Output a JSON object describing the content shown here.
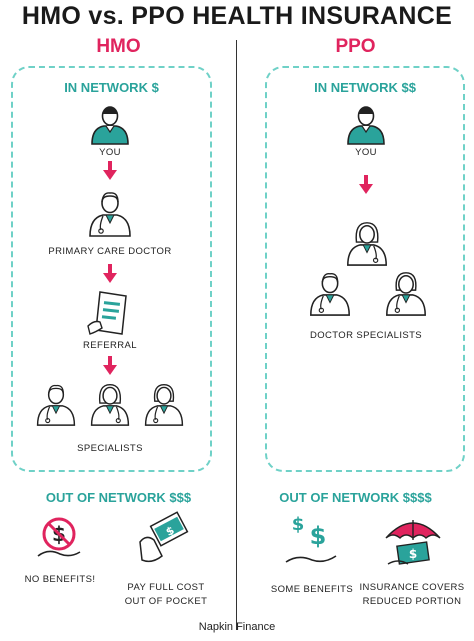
{
  "title": "HMO vs. PPO HEALTH INSURANCE",
  "columns": {
    "hmo": {
      "heading": "HMO",
      "in_network_label": "IN NETWORK $",
      "steps": [
        "YOU",
        "PRIMARY CARE DOCTOR",
        "REFERRAL",
        "SPECIALISTS"
      ],
      "out_network_label": "OUT OF NETWORK $$$",
      "out_items": [
        "NO BENEFITS!",
        "PAY FULL COST",
        "OUT OF POCKET"
      ]
    },
    "ppo": {
      "heading": "PPO",
      "in_network_label": "IN NETWORK $$",
      "steps": [
        "YOU",
        "DOCTOR SPECIALISTS"
      ],
      "out_network_label": "OUT OF NETWORK $$$$",
      "out_items": [
        "SOME BENEFITS",
        "INSURANCE COVERS",
        "REDUCED PORTION"
      ]
    }
  },
  "footer": "Napkin Finance",
  "colors": {
    "accent": "#e0245e",
    "teal": "#2aa39b",
    "box_border": "#6fd1c7",
    "skin": "#ffffff"
  },
  "icons": [
    "person-icon",
    "doctor-icon",
    "down-arrow-icon",
    "referral-document-icon",
    "no-dollar-icon",
    "pay-card-icon",
    "dollar-hand-icon",
    "umbrella-icon"
  ]
}
